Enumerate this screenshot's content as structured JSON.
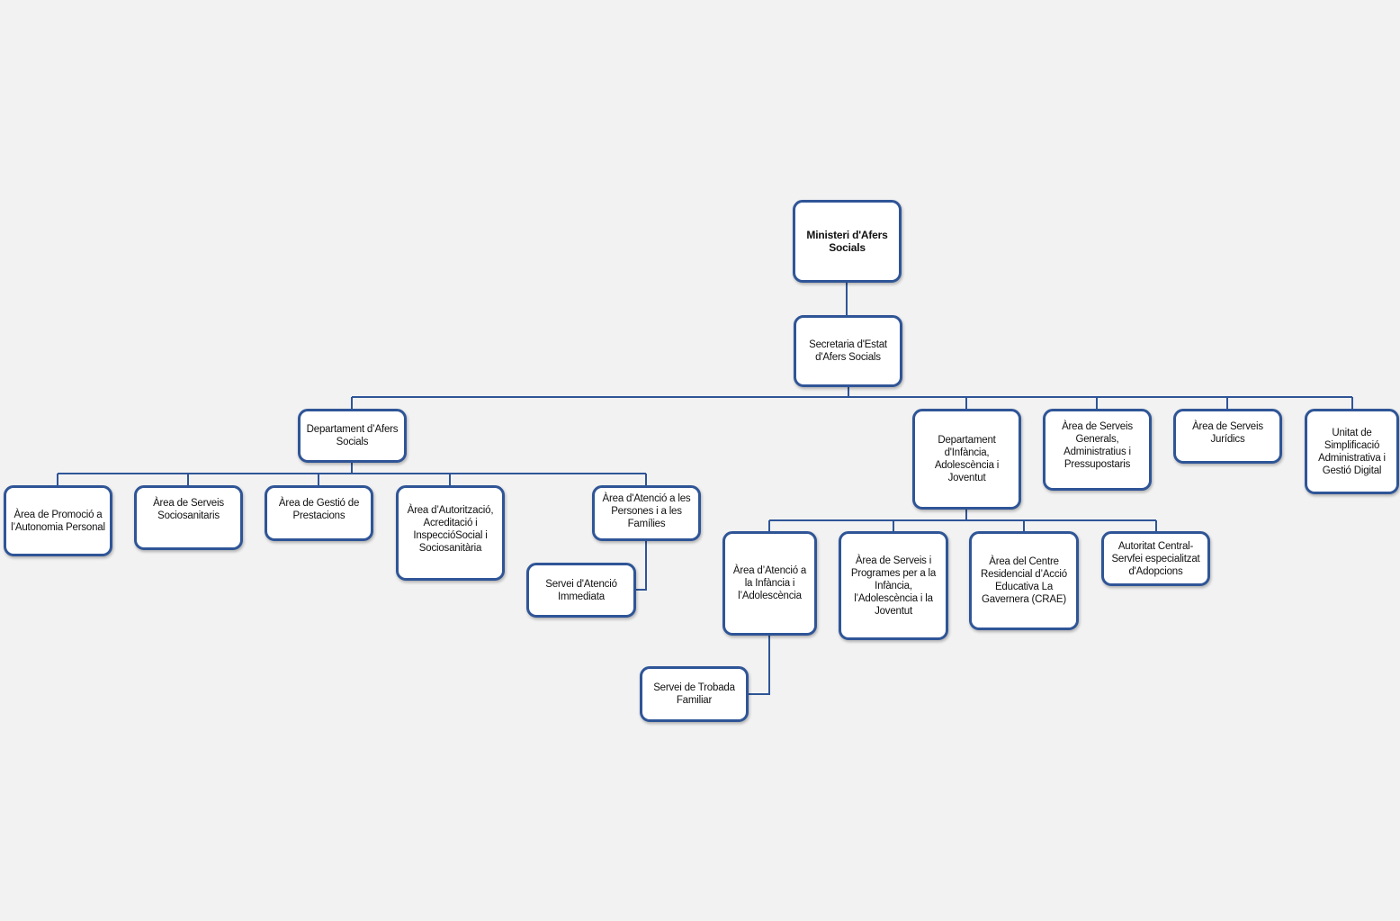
{
  "colors": {
    "background": "#f2f2f2",
    "box_border": "#2f5597",
    "box_fill": "#ffffff",
    "connector": "#2f5597",
    "text": "#111111"
  },
  "nodes": {
    "ministeri": "Ministeri d'Afers Socials",
    "secretaria": "Secretaria d'Estat d'Afers Socials",
    "dept_afers": "Departament d’Afers Socials",
    "dept_infancia": "Departament d'Infància, Adolescència i Joventut",
    "area_generals": "Àrea de Serveis Generals, Administratius i Pressupostaris",
    "area_juridics": "Àrea de Serveis Jurídics",
    "unitat_simplificacio": "Unitat de Simplificació Administrativa i Gestió Digital",
    "area_promocio": "Àrea de Promoció a l’Autonomia Personal",
    "area_sociosanitaris": "Àrea de Serveis Sociosanitaris",
    "area_prestacions": "Àrea de Gestió de Prestacions",
    "area_autoritzacio": "Àrea d’Autorització, Acreditació i InspeccióSocial i Sociosanitària",
    "area_persones": "Àrea d'Atenció a les Persones i a les Famílies",
    "servei_immediata": "Servei d'Atenció Immediata",
    "area_atencio_infancia": "Àrea d’Atenció a la Infància i l’Adolescència",
    "area_programes": "Àrea de Serveis i Programes per a la Infància, l’Adolescència i la Joventut",
    "area_crae": "Àrea del Centre Residencial d’Acció Educativa La Gavernera (CRAE)",
    "autoritat_adopcions": "Autoritat Central-Servfei especialitzat d'Adopcions",
    "servei_trobada": "Servei de Trobada Familiar"
  }
}
